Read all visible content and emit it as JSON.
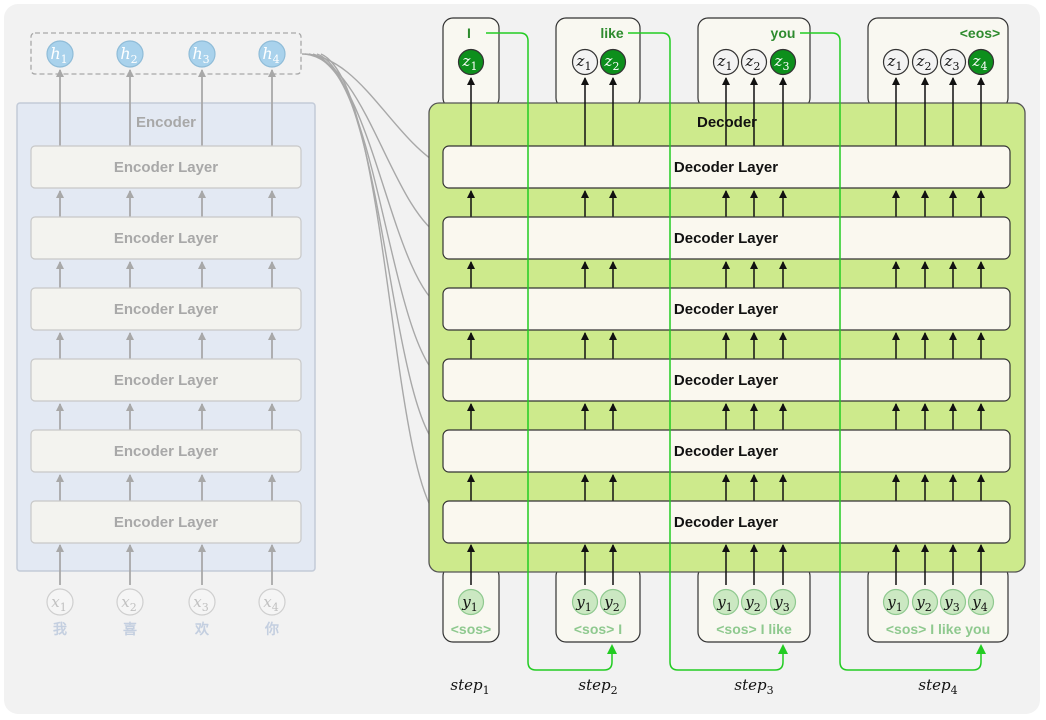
{
  "encoder": {
    "title": "Encoder",
    "layer_label": "Encoder Layer",
    "layer_count": 6,
    "hidden_states": [
      {
        "base": "h",
        "sub": "1"
      },
      {
        "base": "h",
        "sub": "2"
      },
      {
        "base": "h",
        "sub": "3"
      },
      {
        "base": "h",
        "sub": "4"
      }
    ],
    "inputs": [
      {
        "base": "x",
        "sub": "1",
        "word": "我"
      },
      {
        "base": "x",
        "sub": "2",
        "word": "喜"
      },
      {
        "base": "x",
        "sub": "3",
        "word": "欢"
      },
      {
        "base": "x",
        "sub": "4",
        "word": "你"
      }
    ]
  },
  "decoder": {
    "title": "Decoder",
    "layer_label": "Decoder Layer",
    "layer_count": 6
  },
  "steps": [
    {
      "label": {
        "base": "step",
        "sub": "1"
      },
      "output_word": "I",
      "outputs": [
        {
          "base": "z",
          "sub": "1",
          "current": true
        }
      ],
      "inputs": [
        {
          "base": "y",
          "sub": "1"
        }
      ],
      "input_words": "<sos>"
    },
    {
      "label": {
        "base": "step",
        "sub": "2"
      },
      "output_word": "like",
      "outputs": [
        {
          "base": "z",
          "sub": "1",
          "current": false
        },
        {
          "base": "z",
          "sub": "2",
          "current": true
        }
      ],
      "inputs": [
        {
          "base": "y",
          "sub": "1"
        },
        {
          "base": "y",
          "sub": "2"
        }
      ],
      "input_words": "<sos> I"
    },
    {
      "label": {
        "base": "step",
        "sub": "3"
      },
      "output_word": "you",
      "outputs": [
        {
          "base": "z",
          "sub": "1",
          "current": false
        },
        {
          "base": "z",
          "sub": "2",
          "current": false
        },
        {
          "base": "z",
          "sub": "3",
          "current": true
        }
      ],
      "inputs": [
        {
          "base": "y",
          "sub": "1"
        },
        {
          "base": "y",
          "sub": "2"
        },
        {
          "base": "y",
          "sub": "3"
        }
      ],
      "input_words": "<sos> I   like"
    },
    {
      "label": {
        "base": "step",
        "sub": "4"
      },
      "output_word": "<eos>",
      "outputs": [
        {
          "base": "z",
          "sub": "1",
          "current": false
        },
        {
          "base": "z",
          "sub": "2",
          "current": false
        },
        {
          "base": "z",
          "sub": "3",
          "current": false
        },
        {
          "base": "z",
          "sub": "4",
          "current": true
        }
      ],
      "inputs": [
        {
          "base": "y",
          "sub": "1"
        },
        {
          "base": "y",
          "sub": "2"
        },
        {
          "base": "y",
          "sub": "3"
        },
        {
          "base": "y",
          "sub": "4"
        }
      ],
      "input_words": "<sos> I  like you"
    }
  ],
  "colors": {
    "background": "#f2f2f2",
    "encoder_fill": "#e3e9f3",
    "encoder_layer_fill": "#f3f3ef",
    "hidden_state_fill": "#a9d2ec",
    "decoder_fill": "#cdea8c",
    "decoder_layer_fill": "#faf8ef",
    "current_output_fill": "#0d8f1c",
    "past_output_fill": "#f3f3f3",
    "decoder_input_fill": "#cbe8c2",
    "feedback_line": "#22cc22"
  }
}
